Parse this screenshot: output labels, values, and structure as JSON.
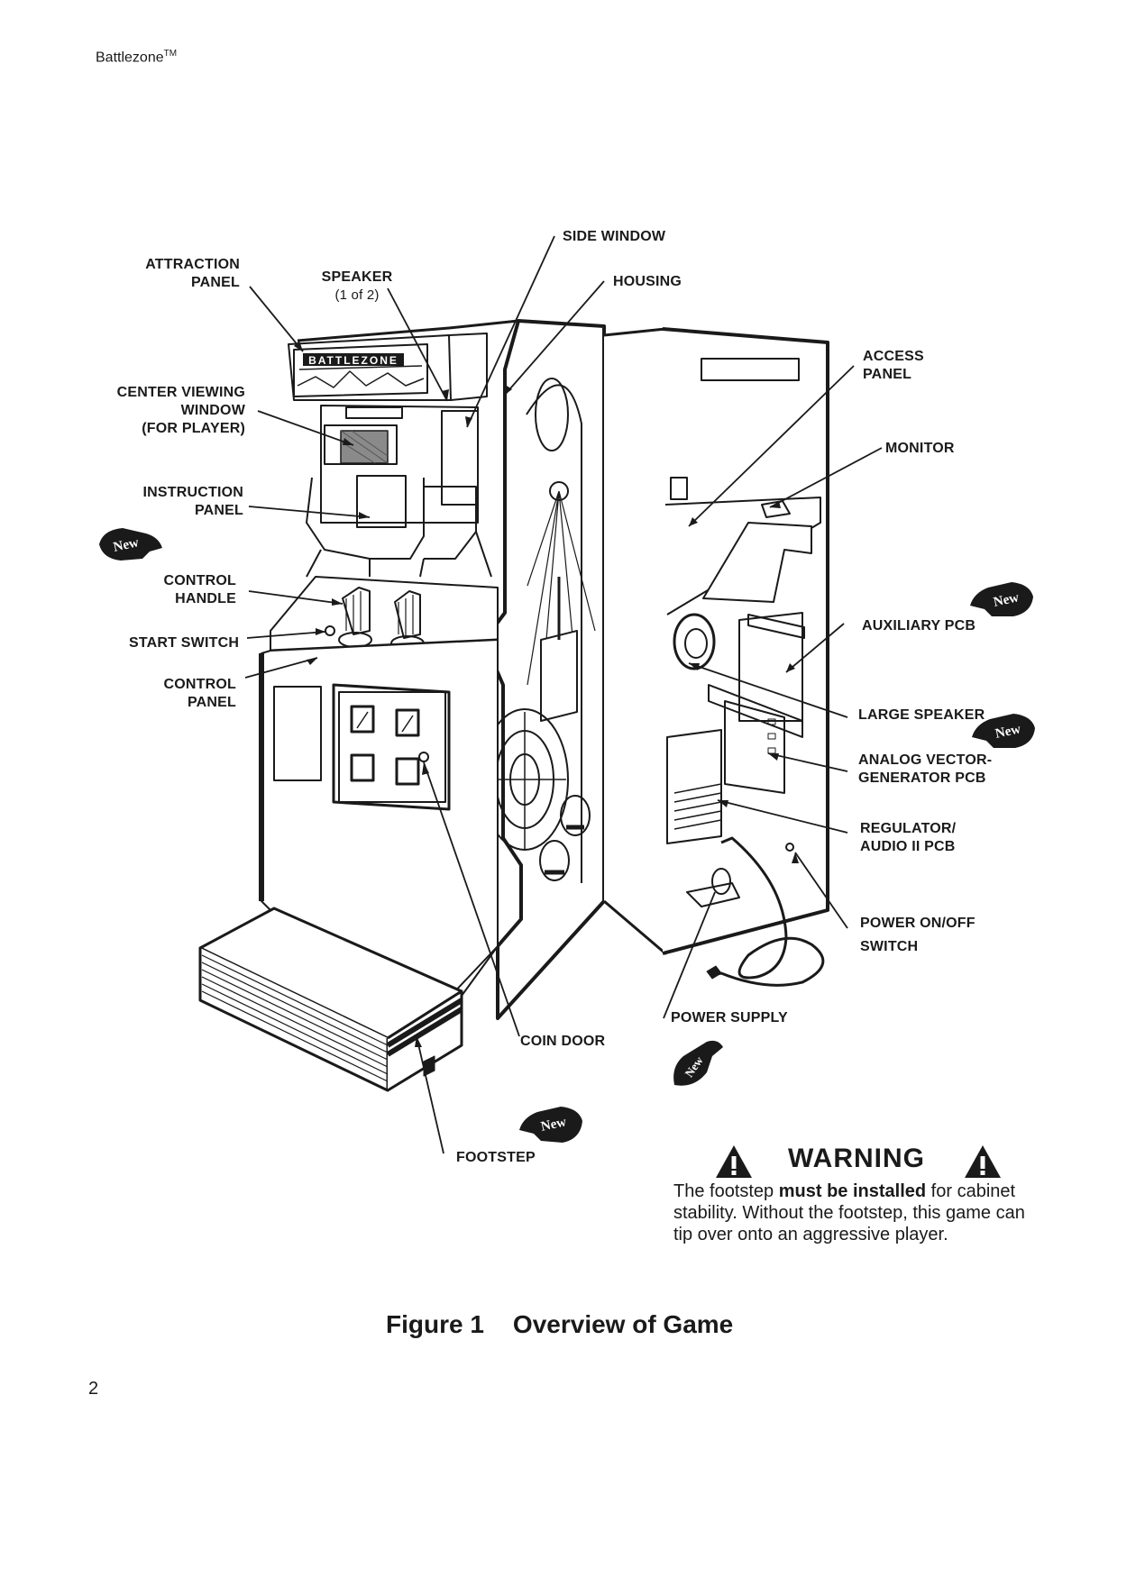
{
  "header": {
    "title": "Battlezone",
    "trademark": "TM"
  },
  "page_number": "2",
  "labels": {
    "attraction_panel": [
      "ATTRACTION",
      "PANEL"
    ],
    "speaker": [
      "SPEAKER",
      "(1 of 2)"
    ],
    "side_window": "SIDE WINDOW",
    "housing": "HOUSING",
    "access_panel": [
      "ACCESS",
      "PANEL"
    ],
    "center_viewing_window": [
      "CENTER VIEWING",
      "WINDOW",
      "(FOR PLAYER)"
    ],
    "monitor": "MONITOR",
    "instruction_panel": [
      "INSTRUCTION",
      "PANEL"
    ],
    "control_handle": [
      "CONTROL",
      "HANDLE"
    ],
    "auxiliary_pcb": "AUXILIARY PCB",
    "start_switch": "START SWITCH",
    "control_panel": [
      "CONTROL",
      "PANEL"
    ],
    "large_speaker": "LARGE SPEAKER",
    "analog_vector_generator_pcb": [
      "ANALOG VECTOR-",
      "GENERATOR PCB"
    ],
    "regulator_audio_pcb": [
      "REGULATOR/",
      "AUDIO II PCB"
    ],
    "power_switch": [
      "POWER ON/OFF",
      "SWITCH"
    ],
    "power_supply": "POWER SUPPLY",
    "coin_door": "COIN DOOR",
    "footstep": "FOOTSTEP"
  },
  "marquee_text": "BATTLEZONE",
  "new_badge": {
    "text": "New",
    "icon": "pointing-hand-icon"
  },
  "warning": {
    "title": "WARNING",
    "icon": "warning-triangle-icon",
    "text_before": "The footstep ",
    "text_bold": "must be installed",
    "text_after": " for cabinet stability. Without the footstep, this game can tip over onto an aggressive player."
  },
  "caption": {
    "figure": "Figure 1",
    "title": "Overview of Game"
  }
}
